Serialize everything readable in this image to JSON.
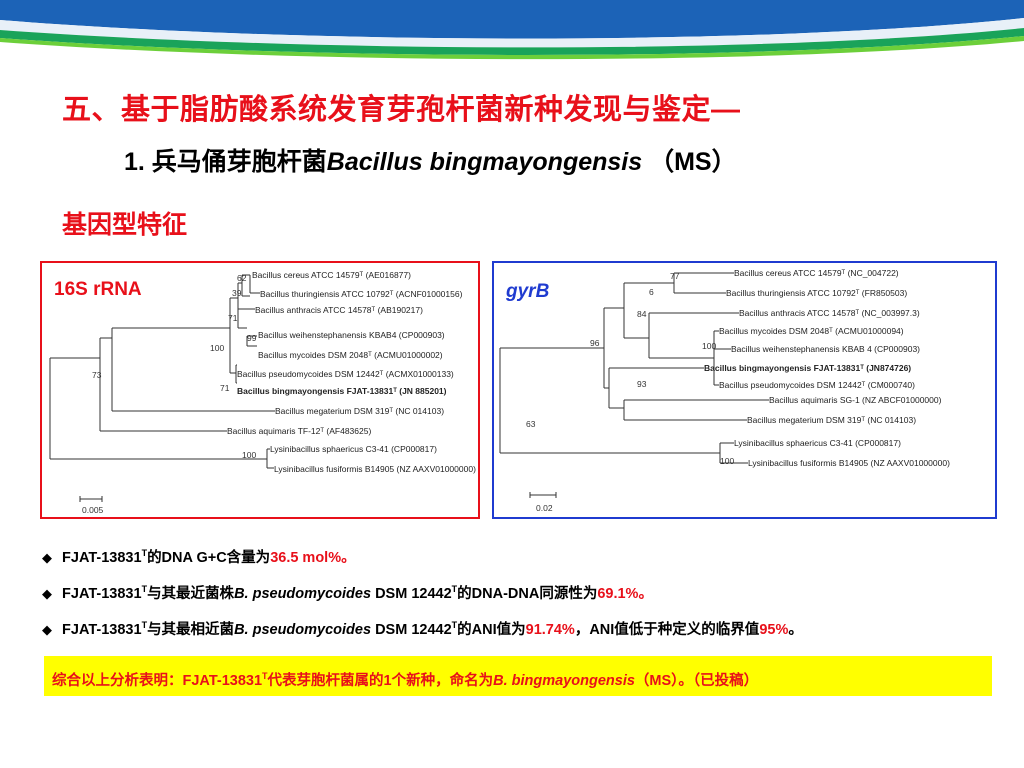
{
  "title": "五、基于脂肪酸系统发育芽孢杆菌新种发现与鉴定—",
  "subtitle": {
    "prefix": "1. 兵马俑芽胞杆菌",
    "latin": "Bacillus bingmayongensis",
    "suffix": " （MS）"
  },
  "section_heading": "基因型特征",
  "panels": {
    "left_label": "16S rRNA",
    "right_label": "gyrB",
    "left_scale": "0.005",
    "right_scale": "0.02",
    "left_taxa": [
      "Bacillus cereus ATCC 14579ᵀ (AE016877)",
      "Bacillus thuringiensis ATCC 10792ᵀ (ACNF01000156)",
      "Bacillus anthracis ATCC 14578ᵀ (AB190217)",
      "Bacillus weihenstephanensis KBAB4 (CP000903)",
      "Bacillus mycoides DSM 2048ᵀ (ACMU01000002)",
      "Bacillus pseudomycoides DSM 12442ᵀ (ACMX01000133)",
      "Bacillus bingmayongensis FJAT-13831ᵀ (JN 885201)",
      "Bacillus megaterium DSM 319ᵀ (NC 014103)",
      "Bacillus aquimaris TF-12ᵀ (AF483625)",
      "Lysinibacillus sphaericus C3-41 (CP000817)",
      "Lysinibacillus fusiformis B14905 (NZ AAXV01000000)"
    ],
    "left_nodes": [
      "62",
      "39",
      "71",
      "99",
      "100",
      "71",
      "73",
      "100"
    ],
    "right_taxa": [
      "Bacillus cereus ATCC 14579ᵀ (NC_004722)",
      "Bacillus thuringiensis ATCC 10792ᵀ (FR850503)",
      "Bacillus anthracis ATCC 14578ᵀ (NC_003997.3)",
      "Bacillus mycoides DSM 2048ᵀ (ACMU01000094)",
      "Bacillus weihenstephanensis KBAB 4 (CP000903)",
      "Bacillus bingmayongensis FJAT-13831ᵀ (JN874726)",
      "Bacillus pseudomycoides DSM 12442ᵀ (CM000740)",
      "Bacillus aquimaris SG-1 (NZ ABCF01000000)",
      "Bacillus megaterium DSM 319ᵀ (NC 014103)",
      "Lysinibacillus sphaericus C3-41 (CP000817)",
      "Lysinibacillus fusiformis B14905 (NZ AAXV01000000)"
    ],
    "right_nodes": [
      "77",
      "6",
      "84",
      "100",
      "96",
      "93",
      "63",
      "100"
    ]
  },
  "bullets": [
    {
      "pre": "FJAT-13831",
      "sup": "T",
      "mid": "的DNA G+C含量为",
      "val": "36.5 mol%",
      "end": "。"
    },
    {
      "pre": "FJAT-13831",
      "sup": "T",
      "mid": "与其最近菌株",
      "latin": "B. pseudomycoides",
      "mid2": " DSM 12442",
      "sup2": "T",
      "mid3": "的DNA-DNA同源性为",
      "val": "69.1%",
      "end": "。"
    },
    {
      "pre": "FJAT-13831",
      "sup": "T",
      "mid": "与其最相近菌",
      "latin": "B. pseudomycoides",
      "mid2": " DSM 12442",
      "sup2": "T",
      "mid3": "的ANI值为",
      "val": "91.74%",
      "mid4": "，ANI值低于种定义的临界值",
      "val2": "95%",
      "end": "。"
    }
  ],
  "conclusion": {
    "pre": "综合以上分析表明：FJAT-13831",
    "sup": "T",
    "mid": "代表芽胞杆菌属的1个新种，命名为",
    "latin": "B. bingmayongensis",
    "end": "（MS）。（已投稿）"
  },
  "colors": {
    "title": "#e8101a",
    "accent_red": "#e8101a",
    "accent_blue": "#1f3bd0",
    "banner_blue": "#1c63b7",
    "banner_green": "#1aa35a",
    "highlight": "#ffff00"
  }
}
